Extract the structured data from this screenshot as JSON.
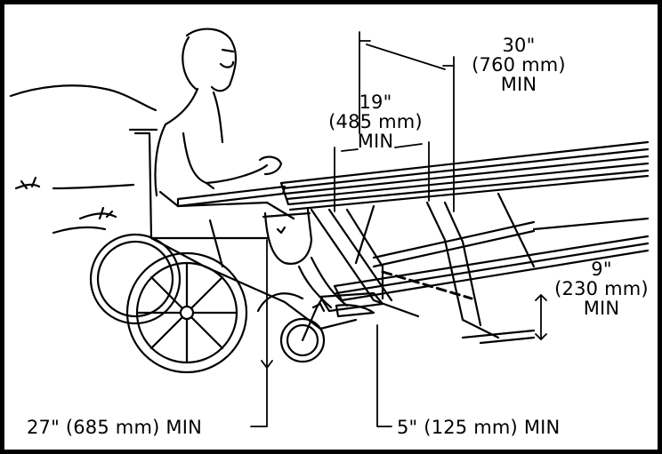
{
  "dimensions": {
    "table_width": {
      "imperial": "30\"",
      "metric": "(760 mm)",
      "qualifier": "MIN"
    },
    "knee_depth": {
      "imperial": "19\"",
      "metric": "(485 mm)",
      "qualifier": "MIN"
    },
    "bench_height": {
      "imperial": "9\"",
      "metric": "(230 mm)",
      "qualifier": "MIN"
    },
    "knee_clearance_height": {
      "text": "27\" (685 mm) MIN"
    },
    "toe_clearance": {
      "text": "5\" (125 mm) MIN"
    }
  },
  "colors": {
    "line": "#000000",
    "background": "#ffffff"
  }
}
